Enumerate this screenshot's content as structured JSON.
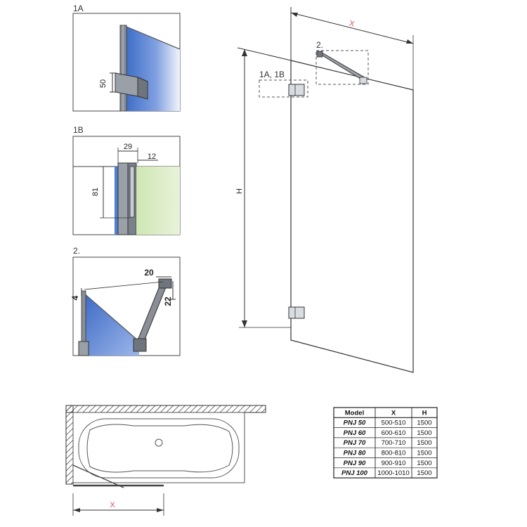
{
  "details": {
    "d1a": {
      "label": "1A",
      "dim_height": "50"
    },
    "d1b": {
      "label": "1B",
      "dim_width": "29",
      "dim_gap": "12",
      "dim_height": "81"
    },
    "d2": {
      "label": "2.",
      "dim_width": "20",
      "dim_left": "4",
      "dim_right": "22"
    }
  },
  "main": {
    "dim_x": "X",
    "dim_h": "H",
    "callout_hinge": "1A, 1B",
    "callout_arm": "2."
  },
  "plan": {
    "dim_x": "X"
  },
  "spec_table": {
    "headers": [
      "Model",
      "X",
      "H"
    ],
    "rows": [
      [
        "PNJ 50",
        "500-510",
        "1500"
      ],
      [
        "PNJ 60",
        "600-610",
        "1500"
      ],
      [
        "PNJ 70",
        "700-710",
        "1500"
      ],
      [
        "PNJ 80",
        "800-810",
        "1500"
      ],
      [
        "PNJ 90",
        "900-910",
        "1500"
      ],
      [
        "PNJ 100",
        "1000-1010",
        "1500"
      ]
    ]
  },
  "colors": {
    "accent_red": "#d9534f",
    "glass_blue": "#4f7fd1",
    "wall_green": "#d6ebbf"
  }
}
